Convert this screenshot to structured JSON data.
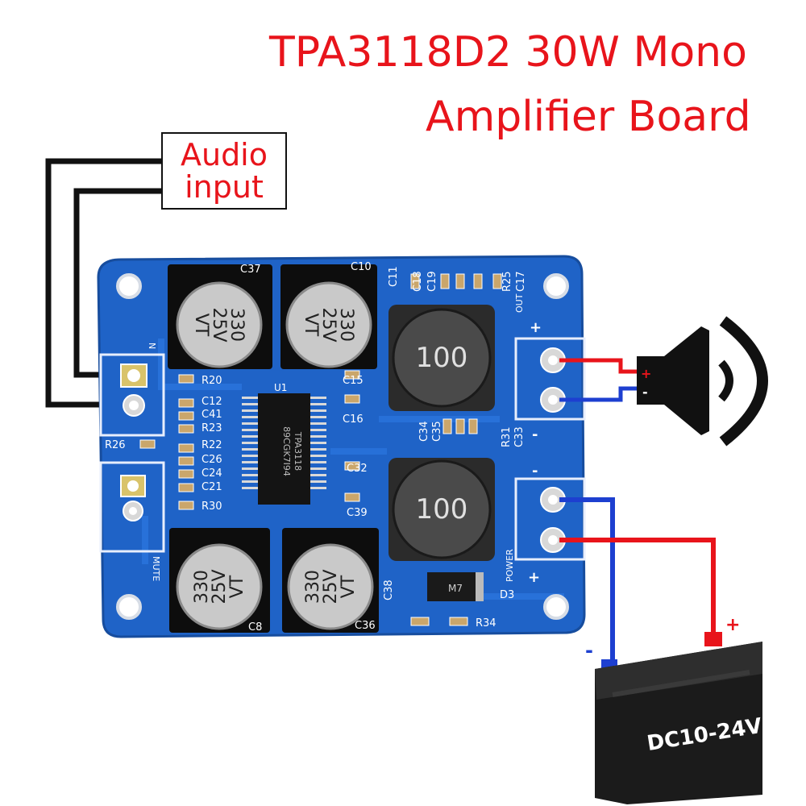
{
  "title": {
    "line1": "TPA3118D2 30W Mono",
    "line2": "Amplifier Board"
  },
  "audio_input": {
    "line1": "Audio",
    "line2": "input"
  },
  "speaker": {
    "plus": "+",
    "minus": "-"
  },
  "battery": {
    "label": "DC10-24V",
    "plus": "+",
    "minus": "-"
  },
  "board": {
    "ic_label": "U1",
    "ic_text1": "89CGK7I94",
    "ic_text2": "TPA3118",
    "inductor_value": "100",
    "cap_top_left": {
      "line1": "330",
      "line2": "25V",
      "line3": "VT"
    },
    "cap_top_right": {
      "line1": "330",
      "line2": "25V",
      "line3": "VT"
    },
    "cap_bottom_left": {
      "line1": "330",
      "line2": "25V",
      "line3": "VT"
    },
    "cap_bottom_right": {
      "line1": "330",
      "line2": "25V",
      "line3": "VT"
    },
    "out_label": "OUT",
    "power_label": "POWER",
    "mute_label": "MUTE",
    "n_label": "N",
    "diode_label": "M7",
    "out_plus": "+",
    "out_minus": "-",
    "pwr_plus": "+",
    "pwr_minus": "-",
    "silkscreen": {
      "c37": "C37",
      "c10": "C10",
      "c11": "C11",
      "c18": "C18",
      "c19": "C19",
      "r25": "R25",
      "c17": "C17",
      "r20": "R20",
      "c15": "C15",
      "c16": "C16",
      "c12": "C12",
      "c41": "C41",
      "r23": "R23",
      "r22": "R22",
      "c26": "C26",
      "c24": "C24",
      "c21": "C21",
      "r30": "R30",
      "r26": "R26",
      "c34": "C34",
      "c35": "C35",
      "r31": "R31",
      "c33": "C33",
      "c32": "C32",
      "c39": "C39",
      "c38": "C38",
      "c8": "C8",
      "c36": "C36",
      "d3": "D3",
      "r34": "R34"
    }
  },
  "colors": {
    "title_red": "#e8141b",
    "pcb_blue": "#1f63c7",
    "wire_red": "#e8141b",
    "wire_blue": "#1d3fd0",
    "wire_black": "#111111"
  }
}
